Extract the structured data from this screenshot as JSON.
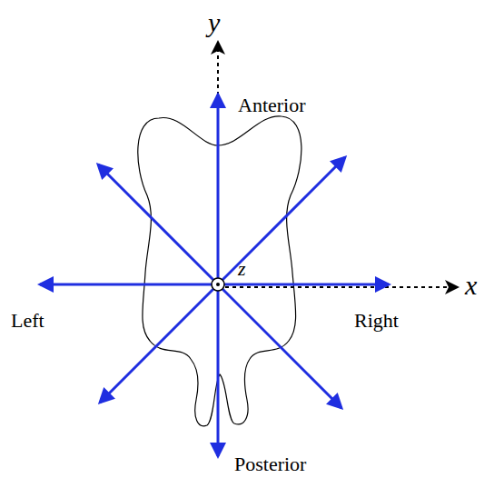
{
  "diagram": {
    "labels": [
      "y",
      "Anterior",
      "z",
      "x",
      "Left",
      "Right",
      "Posterior"
    ]
  }
}
